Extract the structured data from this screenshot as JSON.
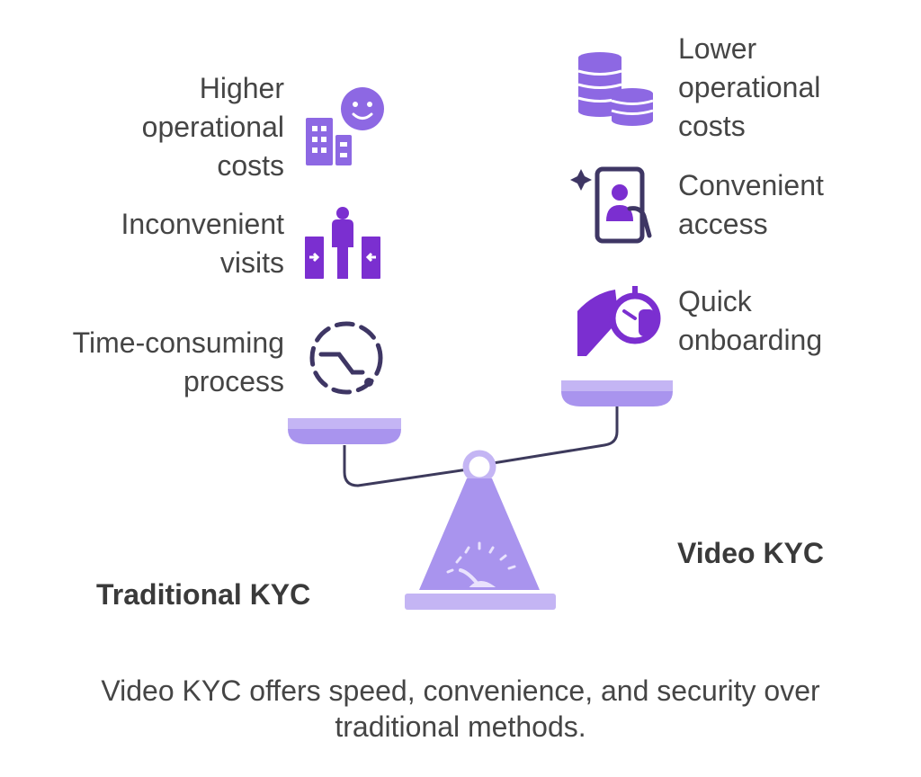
{
  "left_side": {
    "heading": "Traditional KYC",
    "items": [
      {
        "label": "Higher\noperational\ncosts",
        "icon": "building-face-icon"
      },
      {
        "label": "Inconvenient\nvisits",
        "icon": "person-doors-icon"
      },
      {
        "label": "Time-consuming\nprocess",
        "icon": "dashed-clock-icon"
      }
    ]
  },
  "right_side": {
    "heading": "Video KYC",
    "items": [
      {
        "label": "Lower\noperational\ncosts",
        "icon": "coin-stacks-icon"
      },
      {
        "label": "Convenient\naccess",
        "icon": "phone-selfie-icon"
      },
      {
        "label": "Quick\nonboarding",
        "icon": "hand-stopwatch-icon"
      }
    ]
  },
  "caption": "Video KYC offers speed, convenience, and security over\ntraditional methods.",
  "colors": {
    "icon_purple": "#7b2fd0",
    "icon_light": "#8d68e3",
    "icon_dark": "#3e3664",
    "pan_light": "#c4b5f4",
    "pan_dark": "#a994ee",
    "beam": "#3d3a5c"
  }
}
